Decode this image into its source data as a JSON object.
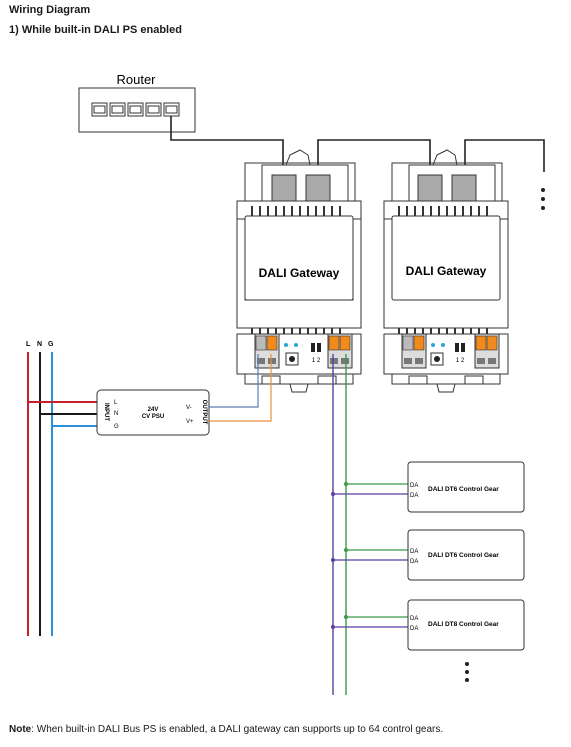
{
  "header": {
    "title": "Wiring Diagram",
    "subtitle": "1) While built-in DALI PS enabled"
  },
  "router": {
    "label": "Router"
  },
  "mains": {
    "l": "L",
    "n": "N",
    "g": "G"
  },
  "psu": {
    "line1": "24V",
    "line2": "CV PSU",
    "input_label": "INPUT",
    "output_label": "OUTPUT",
    "in_l": "L",
    "in_n": "N",
    "in_g": "G",
    "out_neg": "V-",
    "out_pos": "V+"
  },
  "gateways": [
    {
      "label": "DALI Gateway",
      "switch_label": "1 2"
    },
    {
      "label": "DALI Gateway",
      "switch_label": "1 2"
    }
  ],
  "gears": [
    {
      "label": "DALI DT6 Control Gear",
      "t1": "DA",
      "t2": "DA"
    },
    {
      "label": "DALI DT6 Control Gear",
      "t1": "DA",
      "t2": "DA"
    },
    {
      "label": "DALI DT8 Control Gear",
      "t1": "DA",
      "t2": "DA"
    }
  ],
  "note": {
    "prefix": "Note",
    "text": ": When built-in DALI Bus PS is enabled, a DALI gateway can supports up to 64 control gears."
  },
  "colors": {
    "line_brown": "#c8202a",
    "neutral": "#1a1a1a",
    "ground": "#2a8fd6",
    "vneg": "#5a7fb0",
    "vpos": "#e8913a",
    "da1": "#5b3fa0",
    "da2": "#3a9a4a",
    "terminal_orange": "#f08a1c"
  }
}
